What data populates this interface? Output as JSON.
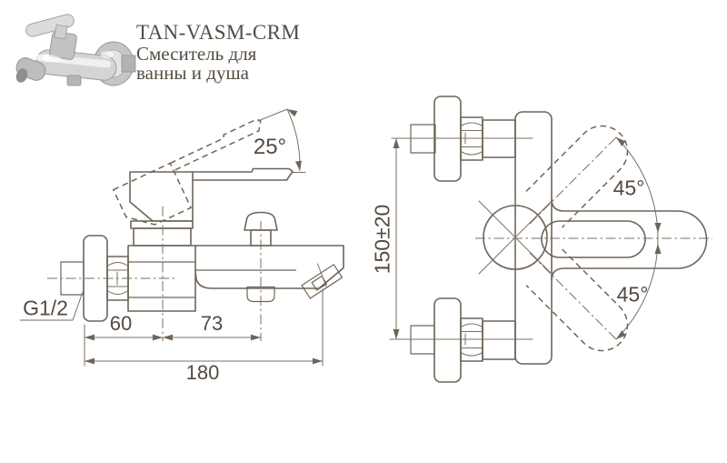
{
  "header": {
    "model": "TAN-VASM-CRM",
    "subtitle_line1": "Смеситель для",
    "subtitle_line2": "ванны и душа",
    "photo": "chrome-bath-shower-mixer-photo"
  },
  "side_view": {
    "labels": {
      "thread": "G1/2",
      "handle_angle": "25°",
      "dim_wall_to_center": "60",
      "dim_center_to_diverter": "73",
      "dim_total_length": "180"
    }
  },
  "front_view": {
    "labels": {
      "dim_mount_distance": "150±20",
      "handle_angle_up": "45°",
      "handle_angle_down": "45°"
    }
  },
  "colors": {
    "line": "#6f6458",
    "text": "#544a40",
    "background": "#ffffff"
  }
}
